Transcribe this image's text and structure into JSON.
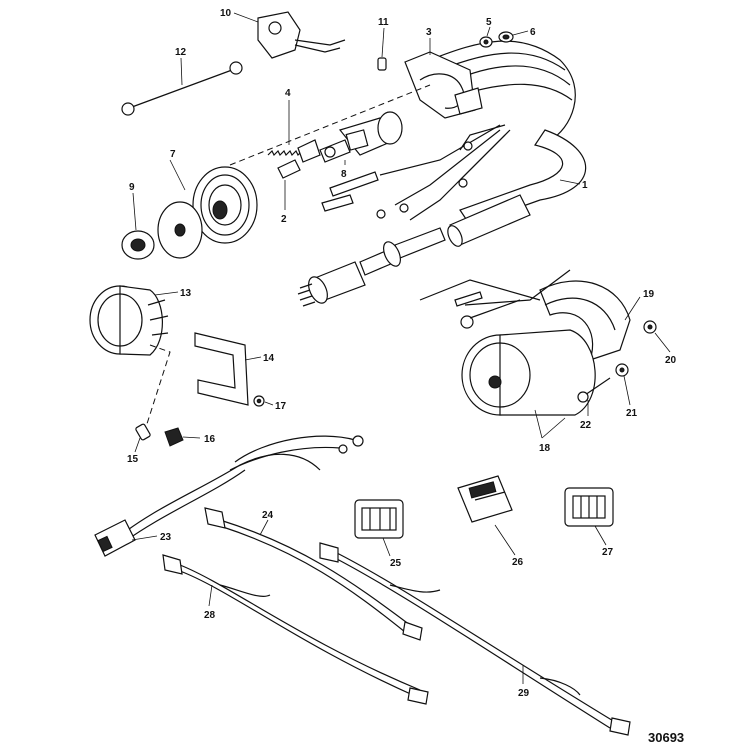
{
  "figure_number": "30693",
  "callouts": [
    "1",
    "2",
    "3",
    "4",
    "5",
    "6",
    "7",
    "8",
    "9",
    "10",
    "11",
    "12",
    "13",
    "14",
    "15",
    "16",
    "17",
    "18",
    "19",
    "20",
    "21",
    "22",
    "23",
    "24",
    "25",
    "26",
    "27",
    "28",
    "29"
  ]
}
